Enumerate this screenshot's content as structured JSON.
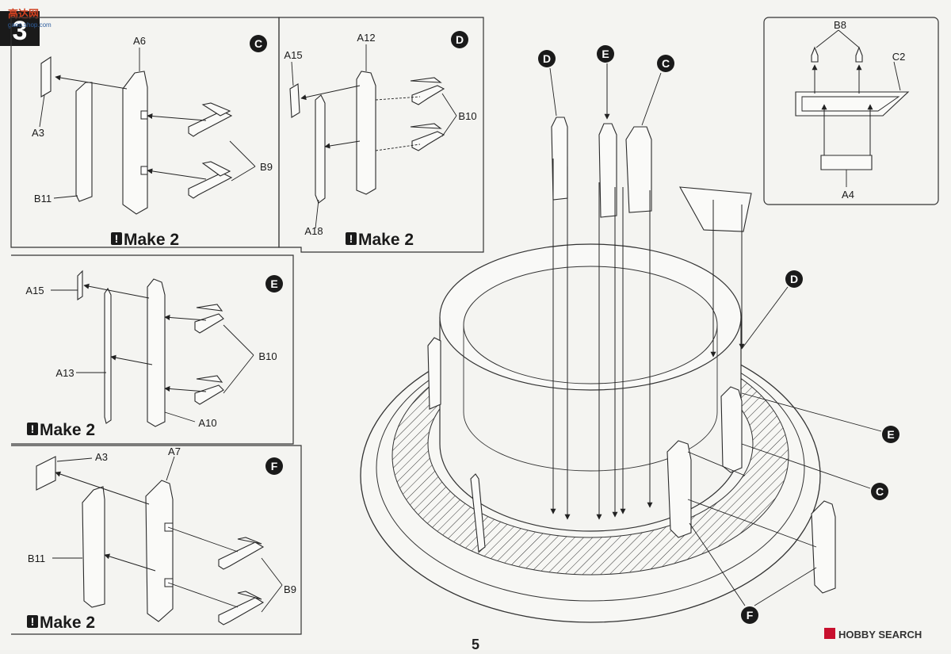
{
  "watermark": {
    "site_top": "高达网",
    "site_bottom": "gaoo.shop.com",
    "brand": "HOBBY SEARCH"
  },
  "step_number": "3",
  "page_number": "5",
  "make_label": "Make 2",
  "panels": {
    "C": {
      "badge": "C",
      "labels": {
        "A6": "A6",
        "A3": "A3",
        "B11": "B11",
        "B9": "B9"
      }
    },
    "D": {
      "badge": "D",
      "labels": {
        "A12": "A12",
        "A15": "A15",
        "B10": "B10",
        "A18": "A18"
      }
    },
    "E": {
      "badge": "E",
      "labels": {
        "A15": "A15",
        "A13": "A13",
        "B10": "B10",
        "A10": "A10"
      }
    },
    "F": {
      "badge": "F",
      "labels": {
        "A3": "A3",
        "A7": "A7",
        "B11": "B11",
        "B9": "B9"
      }
    },
    "inset": {
      "labels": {
        "B8": "B8",
        "C2": "C2",
        "A4": "A4"
      }
    }
  },
  "main_badges": {
    "D_top": "D",
    "E_top": "E",
    "C_top": "C",
    "D_right": "D",
    "E_right": "E",
    "C_right": "C",
    "F_bottom": "F"
  },
  "colors": {
    "badge_bg": "#1a1a1a",
    "paper": "#f4f4f1",
    "line": "#222222",
    "brand_red": "#c8102e"
  }
}
